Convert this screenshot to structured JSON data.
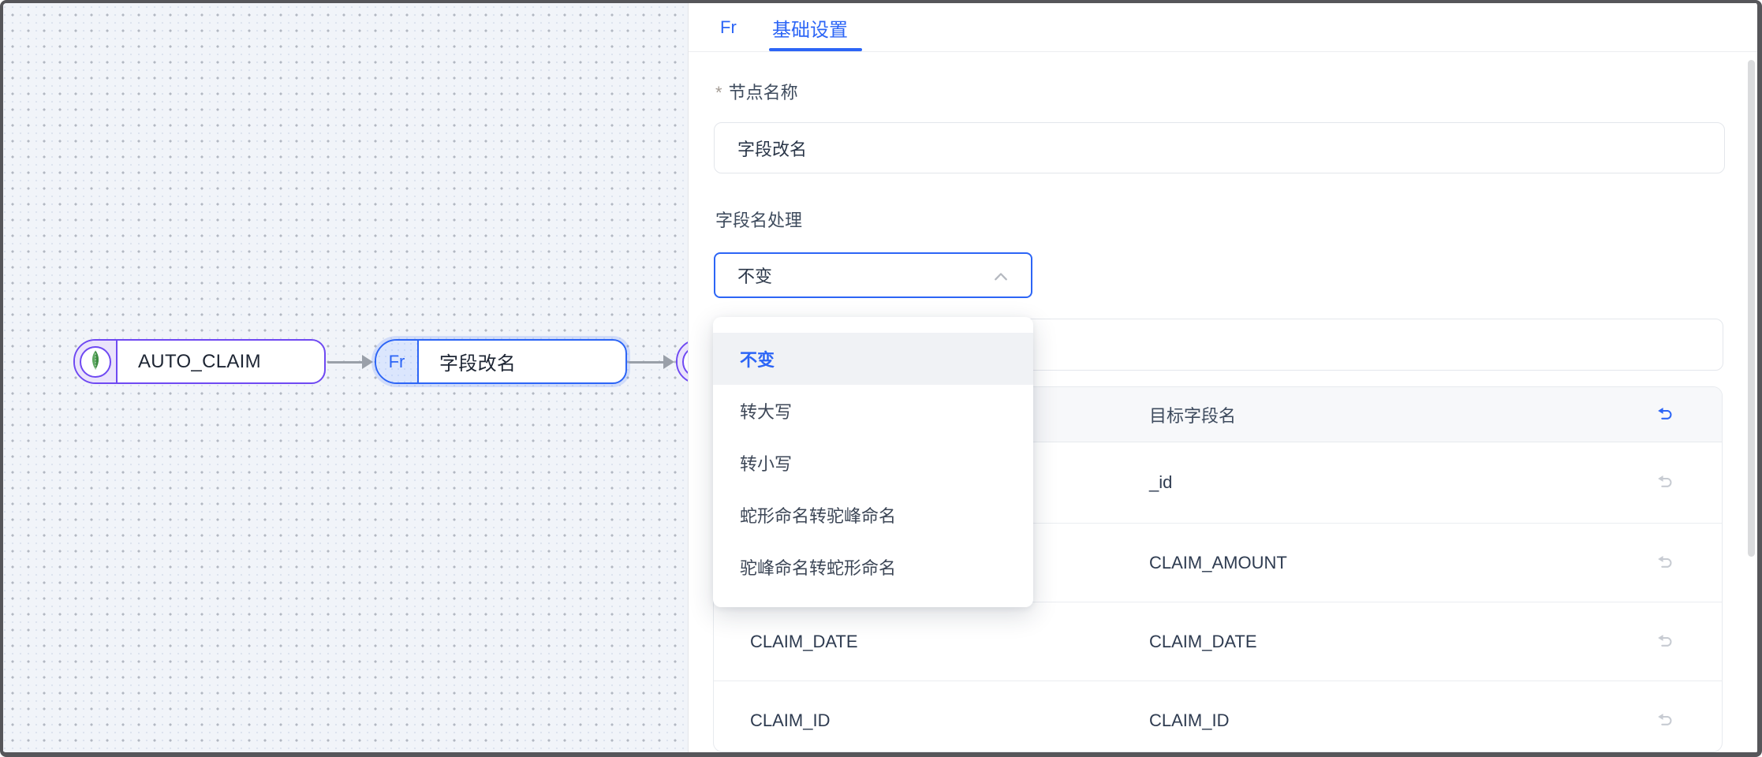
{
  "colors": {
    "accent_blue": "#2c65f6",
    "source_node_purple": "#6f49f2",
    "mongodb_leaf_green": "#4e9d51",
    "connector_gray": "#9aa0a9"
  },
  "canvas": {
    "nodes": [
      {
        "label": "AUTO_CLAIM",
        "icon": "mongodb-leaf-icon",
        "selected": false
      },
      {
        "badge": "Fr",
        "label": "字段改名",
        "selected": true
      },
      {
        "label": "",
        "icon": "mongodb-leaf-icon",
        "partially_visible": true
      }
    ]
  },
  "panel": {
    "tabs": [
      {
        "label": "Fr",
        "active": false
      },
      {
        "label": "基础设置",
        "active": true
      }
    ],
    "form": {
      "node_name": {
        "required_mark": "*",
        "label": "节点名称",
        "value": "字段改名"
      },
      "field_name_processing": {
        "label": "字段名处理",
        "selected": "不变",
        "options": [
          "不变",
          "转大写",
          "转小写",
          "蛇形命名转驼峰命名",
          "驼峰命名转蛇形命名"
        ]
      }
    },
    "rename_table": {
      "target_header": "目标字段名",
      "rows": [
        {
          "source": "",
          "target": "_id"
        },
        {
          "source": "",
          "target": "CLAIM_AMOUNT"
        },
        {
          "source": "CLAIM_DATE",
          "target": "CLAIM_DATE"
        },
        {
          "source": "CLAIM_ID",
          "target": "CLAIM_ID"
        }
      ]
    }
  }
}
